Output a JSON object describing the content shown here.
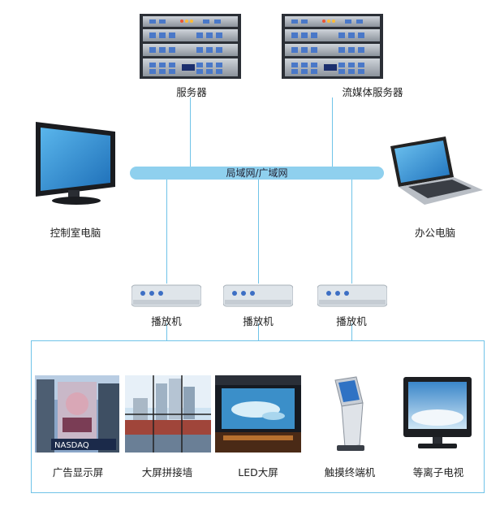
{
  "servers": {
    "server_label": "服务器",
    "streaming_server_label": "流媒体服务器"
  },
  "computers": {
    "control_room_label": "控制室电脑",
    "office_label": "办公电脑"
  },
  "network": {
    "label": "局域网/广域网"
  },
  "players": [
    {
      "label": "播放机"
    },
    {
      "label": "播放机"
    },
    {
      "label": "播放机"
    }
  ],
  "devices": [
    {
      "label": "广告显示屏"
    },
    {
      "label": "大屏拼接墙"
    },
    {
      "label": "LED大屏"
    },
    {
      "label": "触摸终端机"
    },
    {
      "label": "等离子电视"
    }
  ],
  "colors": {
    "link": "#6fc3e8",
    "network_bar": "#8fd0ee"
  }
}
